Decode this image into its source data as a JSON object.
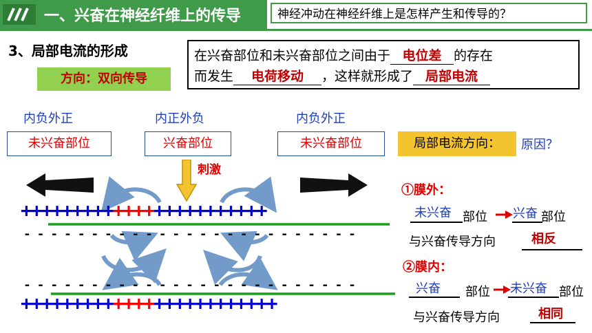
{
  "header": {
    "title": "一、兴奋在神经纤维上的传导",
    "question": "神经冲动在神经纤维上是怎样产生和传导的？"
  },
  "section": {
    "title": "3、局部电流的形成",
    "direction": "方向：双向传导"
  },
  "definition": {
    "line1_prefix": "在兴奋部位和未兴奋部位之间由于",
    "blank1": "电位差",
    "line1_suffix": "的存在",
    "line2_prefix": "而发生",
    "blank2": "电荷移动",
    "line2_mid": "，这样就形成了",
    "blank3": "局部电流"
  },
  "diagram": {
    "states": [
      "内负外正",
      "内正外负",
      "内负外正"
    ],
    "regions": [
      "未兴奋部位",
      "兴奋部位",
      "未兴奋部位"
    ],
    "stimulus": "刺激",
    "current_direction_label": "局部电流方向：",
    "reason_label": "原因？",
    "membrane_rows": {
      "top_plus_left": "+++++++++",
      "top_plus_mid": "++++",
      "top_plus_right": "+++++++++++",
      "top_minus": "- - - - - - - - - - - - - - - - - - - - - - - - -",
      "bottom_minus": "- - - - - - - - - - - - - - - - - - - - - - - - -",
      "bottom_plus_left": "+++++++++",
      "bottom_plus_mid": "++++",
      "bottom_plus_right": "++++++++++++"
    },
    "colors": {
      "green": "#3f9b49",
      "blue": "#0000cc",
      "red": "#ff0000",
      "arrow_blue": "#6c96c8",
      "gold": "#f4c430"
    }
  },
  "right_panel": {
    "outside_title": "①膜外：",
    "outside_from": "未兴奋",
    "word_part": "部位",
    "outside_to": "兴奋",
    "outside_compare": "与兴奋传导方向",
    "outside_answer": "相反",
    "inside_title": "②膜内：",
    "inside_from": "兴奋",
    "inside_to": "未兴奋",
    "inside_compare": "与兴奋传导方向",
    "inside_answer": "相同"
  }
}
